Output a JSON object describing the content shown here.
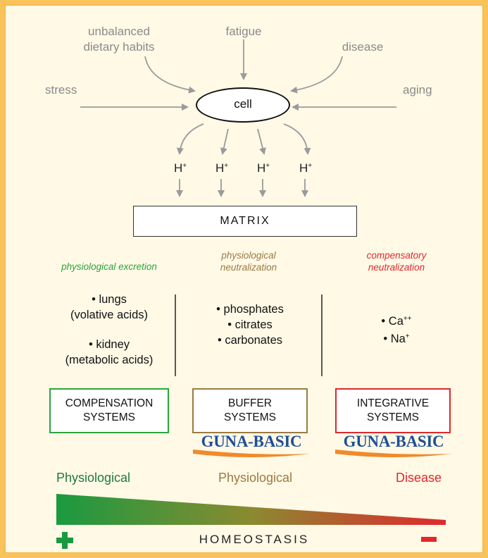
{
  "causes": {
    "unbalanced": "unbalanced\ndietary habits",
    "fatigue": "fatigue",
    "disease": "disease",
    "stress": "stress",
    "aging": "aging"
  },
  "cell_label": "cell",
  "h_ion": {
    "base": "H",
    "charge": "+"
  },
  "matrix_label": "MATRIX",
  "categories": [
    {
      "label": "physiological excretion",
      "color": "#2aa53c"
    },
    {
      "label": "physiological\nneutralization",
      "color": "#9b7a43"
    },
    {
      "label": "compensatory\nneutralization",
      "color": "#e0282e"
    }
  ],
  "excretion_items": {
    "lungs": "• lungs",
    "lungs_sub": "(volative acids)",
    "kidney": "• kidney",
    "kidney_sub": "(metabolic acids)"
  },
  "buffer_items": [
    "• phosphates",
    "• citrates",
    "• carbonates"
  ],
  "ions": [
    {
      "base": "• Ca",
      "charge": "++"
    },
    {
      "base": "• Na",
      "charge": "+"
    }
  ],
  "systems": [
    {
      "line1": "COMPENSATION",
      "line2": "SYSTEMS",
      "color": "#2aa53c"
    },
    {
      "line1": "BUFFER",
      "line2": "SYSTEMS",
      "color": "#9b7a43"
    },
    {
      "line1": "INTEGRATIVE",
      "line2": "SYSTEMS",
      "color": "#e0282e"
    }
  ],
  "brand": "GUNA-BASIC",
  "brand_colors": {
    "text": "#1e4f98",
    "swoosh": "#f08a2a"
  },
  "levels": [
    {
      "label": "Physiological",
      "color": "#1f7a3d"
    },
    {
      "label": "Physiological",
      "color": "#9b7a43"
    },
    {
      "label": "Disease",
      "color": "#e0282e"
    }
  ],
  "homeostasis_label": "HOMEOSTASIS",
  "gradient": {
    "start": "#1a9a40",
    "mid": "#8a8a30",
    "end": "#e0282e"
  }
}
